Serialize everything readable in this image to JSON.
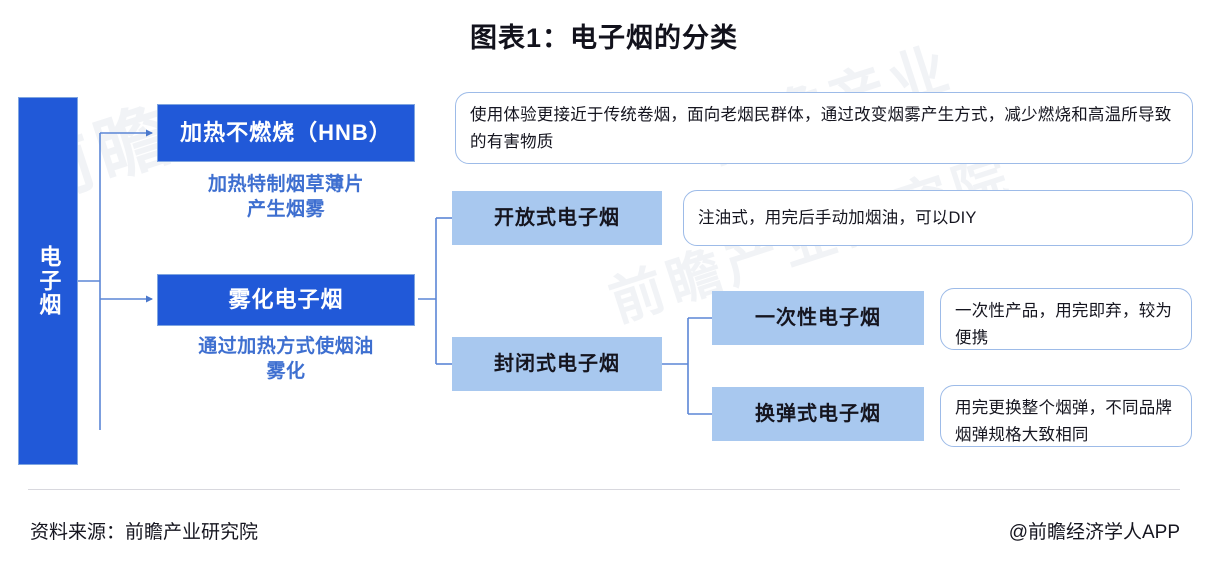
{
  "title": "图表1：电子烟的分类",
  "watermarks": [
    "前瞻",
    "前瞻产业",
    "前瞻产业研究院"
  ],
  "nodes": {
    "root": {
      "label": "电子烟"
    },
    "hnb": {
      "label": "加热不燃烧（HNB）",
      "caption": "加热特制烟草薄片\n产生烟雾",
      "description": "使用体验更接近于传统卷烟，面向老烟民群体，通过改变烟雾产生方式，减少燃烧和高温所导致的有害物质"
    },
    "atomized": {
      "label": "雾化电子烟",
      "caption": "通过加热方式使烟油\n雾化"
    },
    "open": {
      "label": "开放式电子烟",
      "description": "注油式，用完后手动加烟油，可以DIY"
    },
    "closed": {
      "label": "封闭式电子烟"
    },
    "disposable": {
      "label": "一次性电子烟",
      "description": "一次性产品，用完即弃，较为便携"
    },
    "pod": {
      "label": "换弹式电子烟",
      "description": "用完更换整个烟弹，不同品牌烟弹规格大致相同"
    }
  },
  "footer": {
    "source": "资料来源：前瞻产业研究院",
    "attribution": "@前瞻经济学人APP"
  },
  "colors": {
    "primary_box": "#2159d8",
    "secondary_box": "#a8c8ef",
    "connector": "#5b86d6",
    "caption_text": "#3e6fd0",
    "bubble_border": "#9dbbe8"
  }
}
